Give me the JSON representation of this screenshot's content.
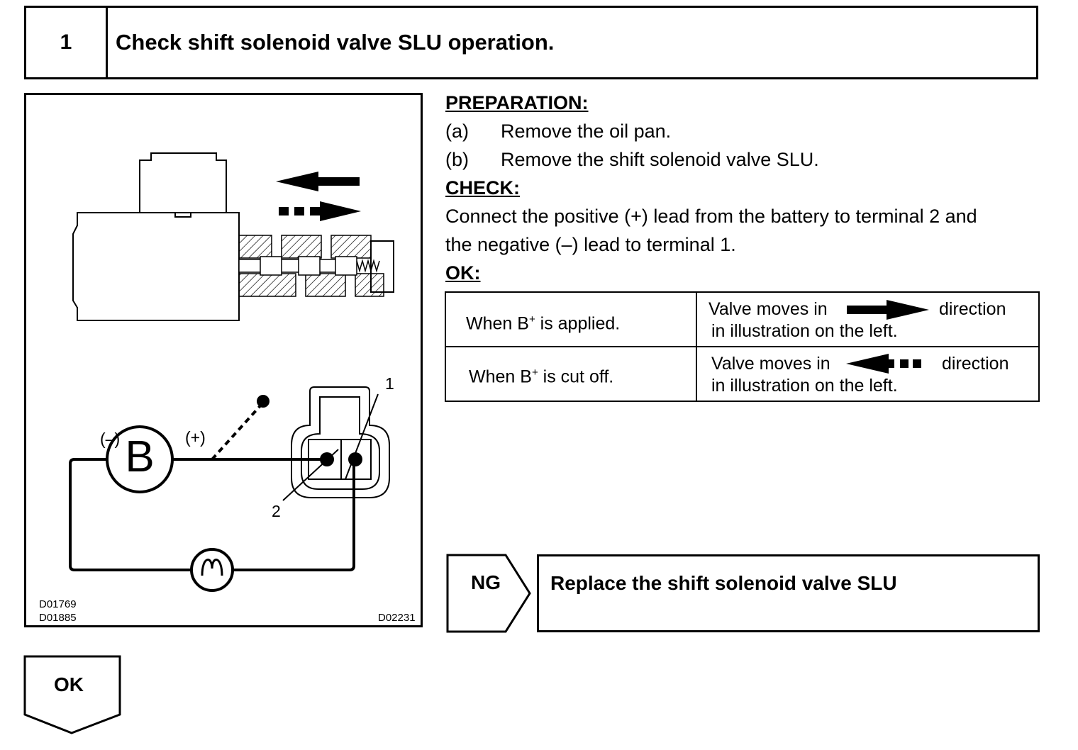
{
  "step": {
    "number": "1",
    "title": "Check shift solenoid valve SLU operation."
  },
  "illustration": {
    "labels": {
      "neg": "(–)",
      "pos": "(+)",
      "battery": "B",
      "terminal_1": "1",
      "terminal_2": "2"
    },
    "codes": [
      "D01769",
      "D01885",
      "D02231"
    ]
  },
  "preparation": {
    "heading": "PREPARATION:",
    "items": [
      {
        "marker": "(a)",
        "text": "Remove the oil pan."
      },
      {
        "marker": "(b)",
        "text": "Remove the shift solenoid valve SLU."
      }
    ]
  },
  "check": {
    "heading": "CHECK:",
    "lines": [
      "Connect the positive (+) lead from the battery to terminal 2 and",
      "the negative (–) lead to terminal 1."
    ]
  },
  "ok": {
    "heading": "OK:",
    "rows": [
      {
        "condition_pre": "When B",
        "condition_sup": "+",
        "condition_post": " is applied.",
        "result_pre": "Valve moves in",
        "result_post": "direction",
        "result_line2": "in illustration on the left.",
        "arrow": "solid-right-arrow"
      },
      {
        "condition_pre": "When B",
        "condition_sup": "+",
        "condition_post": " is cut off.",
        "result_pre": "Valve moves in",
        "result_post": "direction",
        "result_line2": "in illustration on the left.",
        "arrow": "dashed-left-arrow"
      }
    ]
  },
  "ng": {
    "label": "NG",
    "action": "Replace the shift solenoid valve SLU"
  },
  "ok_next": {
    "label": "OK"
  }
}
